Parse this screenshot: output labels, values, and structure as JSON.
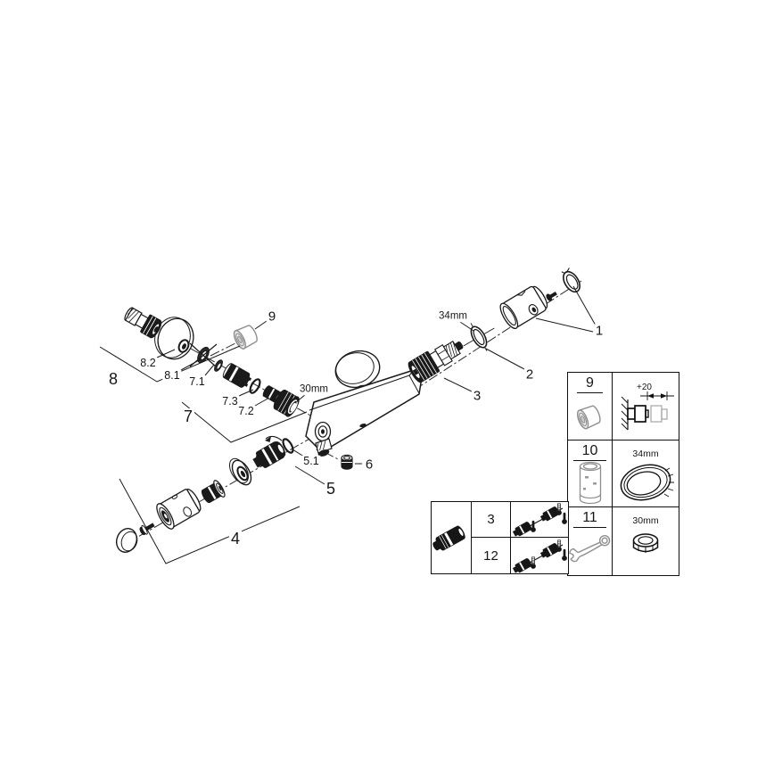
{
  "parts_labels": {
    "p1": "1",
    "p2": "2",
    "p3": "3",
    "p4": "4",
    "p5": "5",
    "p5_1": "5.1",
    "p6": "6",
    "p7": "7",
    "p7_1": "7.1",
    "p7_2": "7.2",
    "p7_3": "7.3",
    "p8": "8",
    "p8_1": "8.1",
    "p8_2": "8.2",
    "p9": "9"
  },
  "dimensions": {
    "body_nut": "30mm",
    "cartridge_ring": "34mm"
  },
  "service_table": {
    "rows": [
      {
        "ref": "9",
        "detail": "+20",
        "icon": "grey-cap"
      },
      {
        "ref": "10",
        "detail": "34mm",
        "icon": "socket-sleeve-tool"
      },
      {
        "ref": "11",
        "detail": "30mm",
        "icon": "open-end-wrench"
      }
    ]
  },
  "valve_table": {
    "rows": [
      {
        "ref": "3"
      },
      {
        "ref": "12"
      }
    ],
    "icon": "check-valve-with-thermometers"
  },
  "colors": {
    "line": "#1a1a1a",
    "grey_part": "#8f8f8f",
    "background": "#ffffff"
  }
}
